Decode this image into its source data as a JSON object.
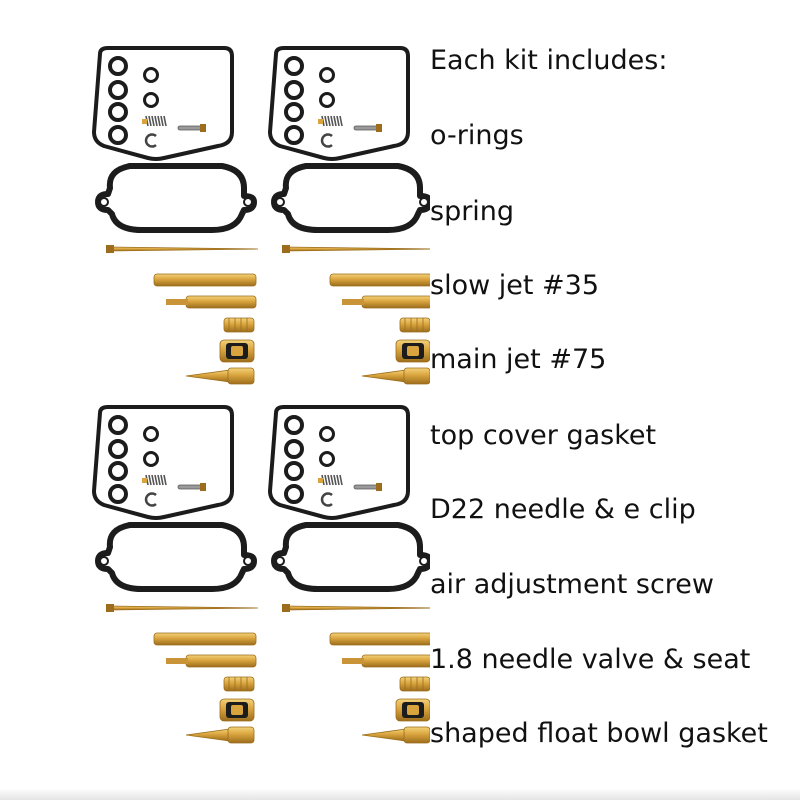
{
  "heading": "Each kit includes:",
  "items": [
    "o-rings",
    "spring",
    "slow jet #35",
    "main jet #75",
    "top cover gasket",
    "D22 needle & e clip",
    "air adjustment screw",
    "1.8 needle valve & seat",
    "shaped float bowl gasket"
  ],
  "colors": {
    "gasket": "#1c1c1c",
    "brass": "#d9a43e",
    "brass_dark": "#9c6d1c",
    "gasket_fill": "#ffffff",
    "text": "#111111"
  }
}
